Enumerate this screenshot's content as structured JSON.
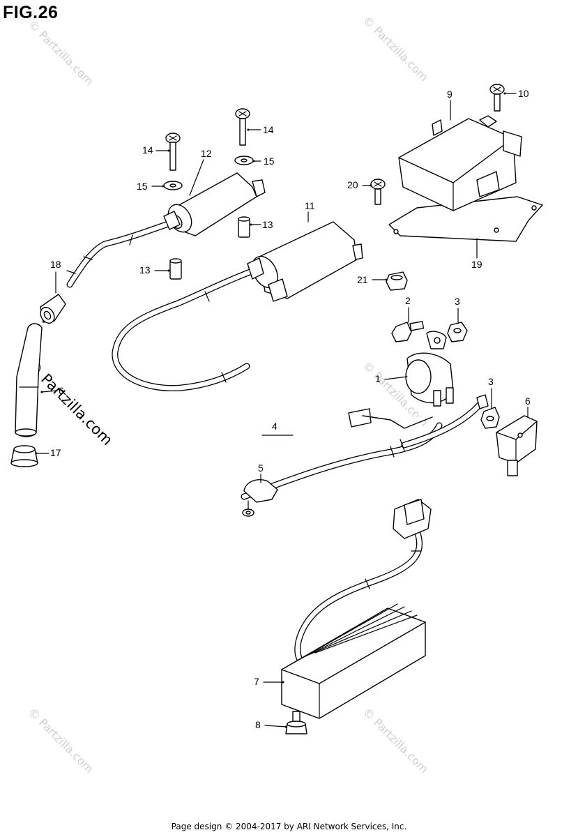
{
  "figure": {
    "title": "FIG.26",
    "footer": "Page design © 2004-2017 by ARI Network Services, Inc."
  },
  "watermark": {
    "text": "© Partzilla.com"
  },
  "callouts": [
    {
      "id": "c1",
      "label": "1"
    },
    {
      "id": "c2",
      "label": "2"
    },
    {
      "id": "c3a",
      "label": "3"
    },
    {
      "id": "c3b",
      "label": "3"
    },
    {
      "id": "c4",
      "label": "4"
    },
    {
      "id": "c5",
      "label": "5"
    },
    {
      "id": "c6a",
      "label": "6"
    },
    {
      "id": "c6b",
      "label": "6"
    },
    {
      "id": "c7",
      "label": "7"
    },
    {
      "id": "c8",
      "label": "8"
    },
    {
      "id": "c9",
      "label": "9"
    },
    {
      "id": "c10",
      "label": "10"
    },
    {
      "id": "c11",
      "label": "11"
    },
    {
      "id": "c12",
      "label": "12"
    },
    {
      "id": "c13a",
      "label": "13"
    },
    {
      "id": "c13b",
      "label": "13"
    },
    {
      "id": "c14a",
      "label": "14"
    },
    {
      "id": "c14b",
      "label": "14"
    },
    {
      "id": "c15a",
      "label": "15"
    },
    {
      "id": "c15b",
      "label": "15"
    },
    {
      "id": "c17",
      "label": "17"
    },
    {
      "id": "c18",
      "label": "18"
    },
    {
      "id": "c19",
      "label": "19"
    },
    {
      "id": "c20",
      "label": "20"
    },
    {
      "id": "c21",
      "label": "21"
    }
  ]
}
